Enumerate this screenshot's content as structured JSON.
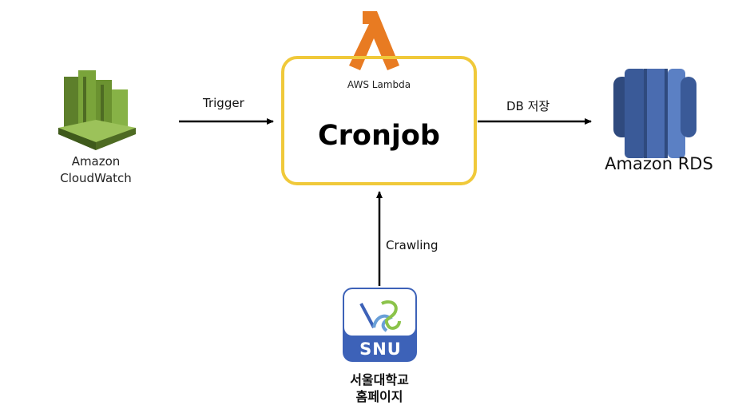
{
  "diagram": {
    "center": {
      "service": "AWS Lambda",
      "title": "Cronjob",
      "accent_color": "#f0c93a",
      "icon": "lambda-icon",
      "icon_color": "#e87b22"
    },
    "nodes": {
      "cloudwatch": {
        "label_line1": "Amazon",
        "label_line2": "CloudWatch",
        "icon": "cloudwatch-icon",
        "icon_color": "#7aa43a"
      },
      "rds": {
        "label": "Amazon RDS",
        "icon": "rds-icon",
        "icon_color": "#3f5f9e"
      },
      "snu": {
        "badge_text": "SNU",
        "label_line1": "서울대학교",
        "label_line2": "홈페이지",
        "icon": "snu-logo-icon",
        "icon_color": "#3d62b8"
      }
    },
    "edges": {
      "trigger": "Trigger",
      "db_save": "DB 저장",
      "crawling": "Crawling"
    }
  }
}
